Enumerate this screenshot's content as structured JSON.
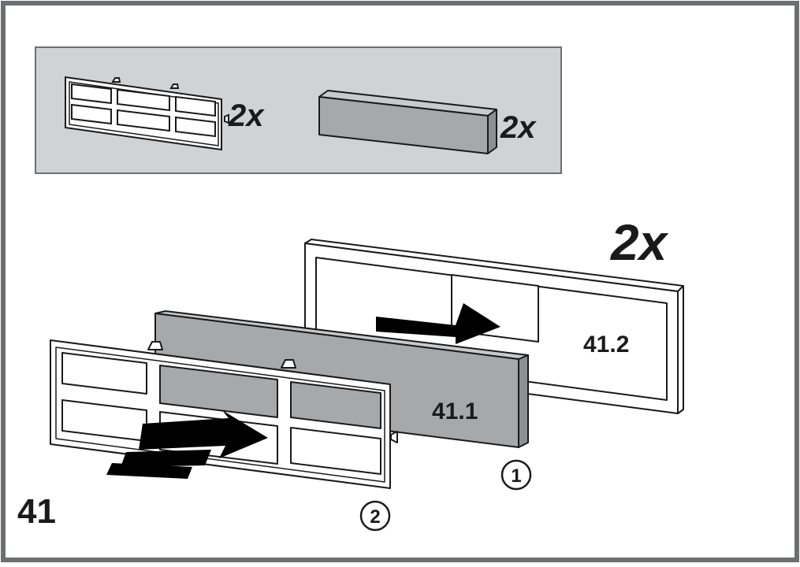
{
  "parts_panel": {
    "grille_quantity": "2x",
    "filter_quantity": "2x"
  },
  "assembly": {
    "main_quantity": "2x",
    "label_step_number": "41",
    "label_grille_filter": "41.1",
    "label_frame": "41.2",
    "step_1": "1",
    "step_2": "2"
  },
  "colors": {
    "frame_border": "#6d6e71",
    "panel_fill": "#d1d2d4",
    "filter_fill": "#a7a8aa",
    "ink": "#1a1a1a"
  }
}
